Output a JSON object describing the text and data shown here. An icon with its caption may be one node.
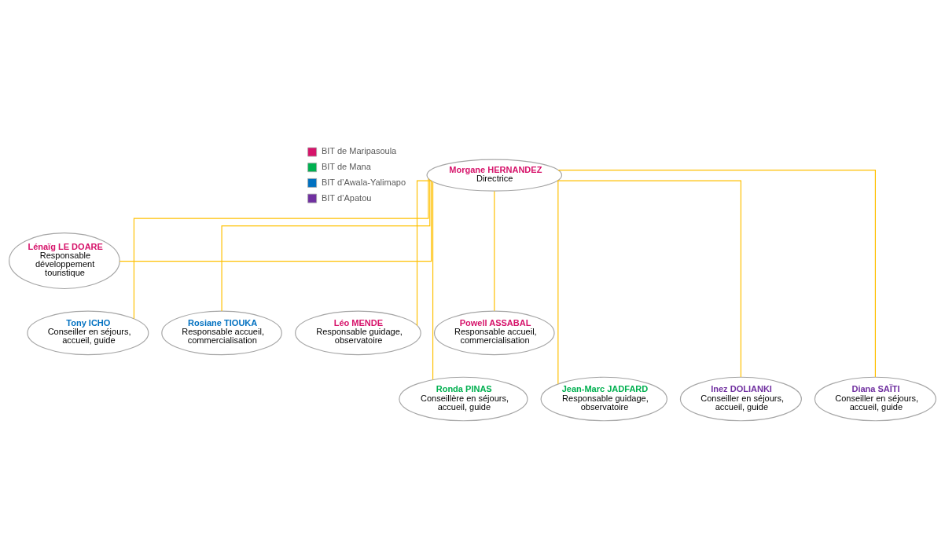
{
  "diagram": {
    "nodes": [
      {
        "text": [
          "Morgane HERNANDEZ",
          "Directrice"
        ]
      },
      {
        "text": [
          "Lénaïg LE DOARE",
          "Responsable développement touristique"
        ]
      },
      {
        "text": [
          "Tony ICHO",
          "Conseiller en séjours, accueil, guide"
        ]
      },
      {
        "text": [
          "Rosiane TIOUKA",
          "Responsable accueil, commercialisation"
        ]
      },
      {
        "text": [
          "Léo MENDE",
          "Responsable guidage, observatoire"
        ]
      },
      {
        "text": [
          "Powell ASSABAL",
          "Responsable accueil, commercialisation"
        ]
      },
      {
        "text": [
          "Ronda PINAS",
          "Conseillère en séjours, accueil, guide"
        ]
      },
      {
        "text": [
          "Jean-Marc JADFARD",
          "Responsable guidage, observatoire"
        ]
      },
      {
        "text": [
          "Inez DOLIANKI",
          "Conseiller en séjours, accueil, guide"
        ]
      },
      {
        "text": [
          "Diana SAÏTI",
          "Conseiller en séjours, accueil, guide"
        ]
      }
    ],
    "edges": [
      {
        "from": 0,
        "to": 1,
        "arrow": "none"
      },
      {
        "from": 0,
        "to": 2,
        "arrow": "none"
      },
      {
        "from": 0,
        "to": 3,
        "arrow": "none"
      },
      {
        "from": 0,
        "to": 4,
        "arrow": "none"
      },
      {
        "from": 0,
        "to": 5,
        "arrow": "none"
      },
      {
        "from": 0,
        "to": 6,
        "arrow": "none"
      },
      {
        "from": 0,
        "to": 7,
        "arrow": "none"
      },
      {
        "from": 0,
        "to": 8,
        "arrow": "none"
      },
      {
        "from": 0,
        "to": 9,
        "arrow": "none"
      }
    ],
    "legend": [
      {
        "text": "BIT de Maripasoula",
        "color": "#d6136a"
      },
      {
        "text": "BIT de Mana",
        "color": "#00b050"
      },
      {
        "text": "BIT d’Awala-Yalimapo",
        "color": "#0070c0"
      },
      {
        "text": "BIT d’Apatou",
        "color": "#7030a0"
      }
    ]
  }
}
